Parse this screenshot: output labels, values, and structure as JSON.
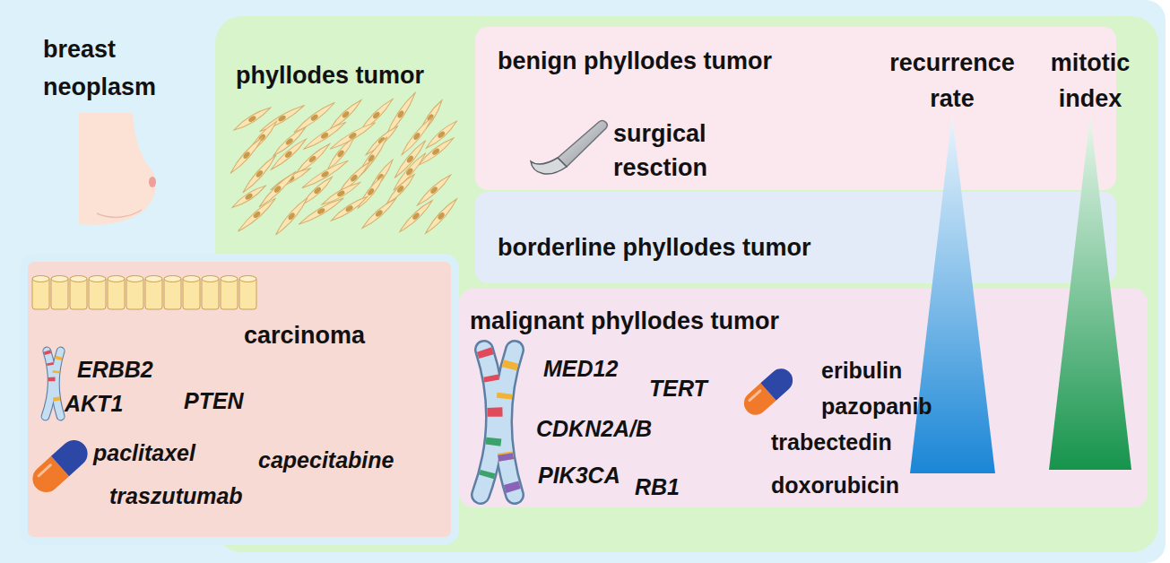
{
  "diagram": {
    "nodes": [
      {
        "text": [
          "breast neoplasm"
        ]
      },
      {
        "text": [
          "phyllodes tumor"
        ],
        "in": 0
      },
      {
        "text": [
          "benign phyllodes tumor",
          "surgical resction"
        ],
        "in": 1
      },
      {
        "text": [
          "borderline phyllodes tumor"
        ],
        "in": 1
      },
      {
        "text": [
          "malignant phyllodes tumor",
          "MED12",
          "TERT",
          "CDKN2A/B",
          "PIK3CA",
          "RB1",
          "eribulin",
          "pazopanib",
          "trabectedin",
          "doxorubicin"
        ],
        "in": 1
      },
      {
        "text": [
          "carcinoma",
          "ERBB2",
          "AKT1",
          "PTEN",
          "paclitaxel",
          "capecitabine",
          "traszutumab"
        ],
        "in": 0
      }
    ],
    "labels": [
      "recurrence rate",
      "mitotic index"
    ]
  }
}
